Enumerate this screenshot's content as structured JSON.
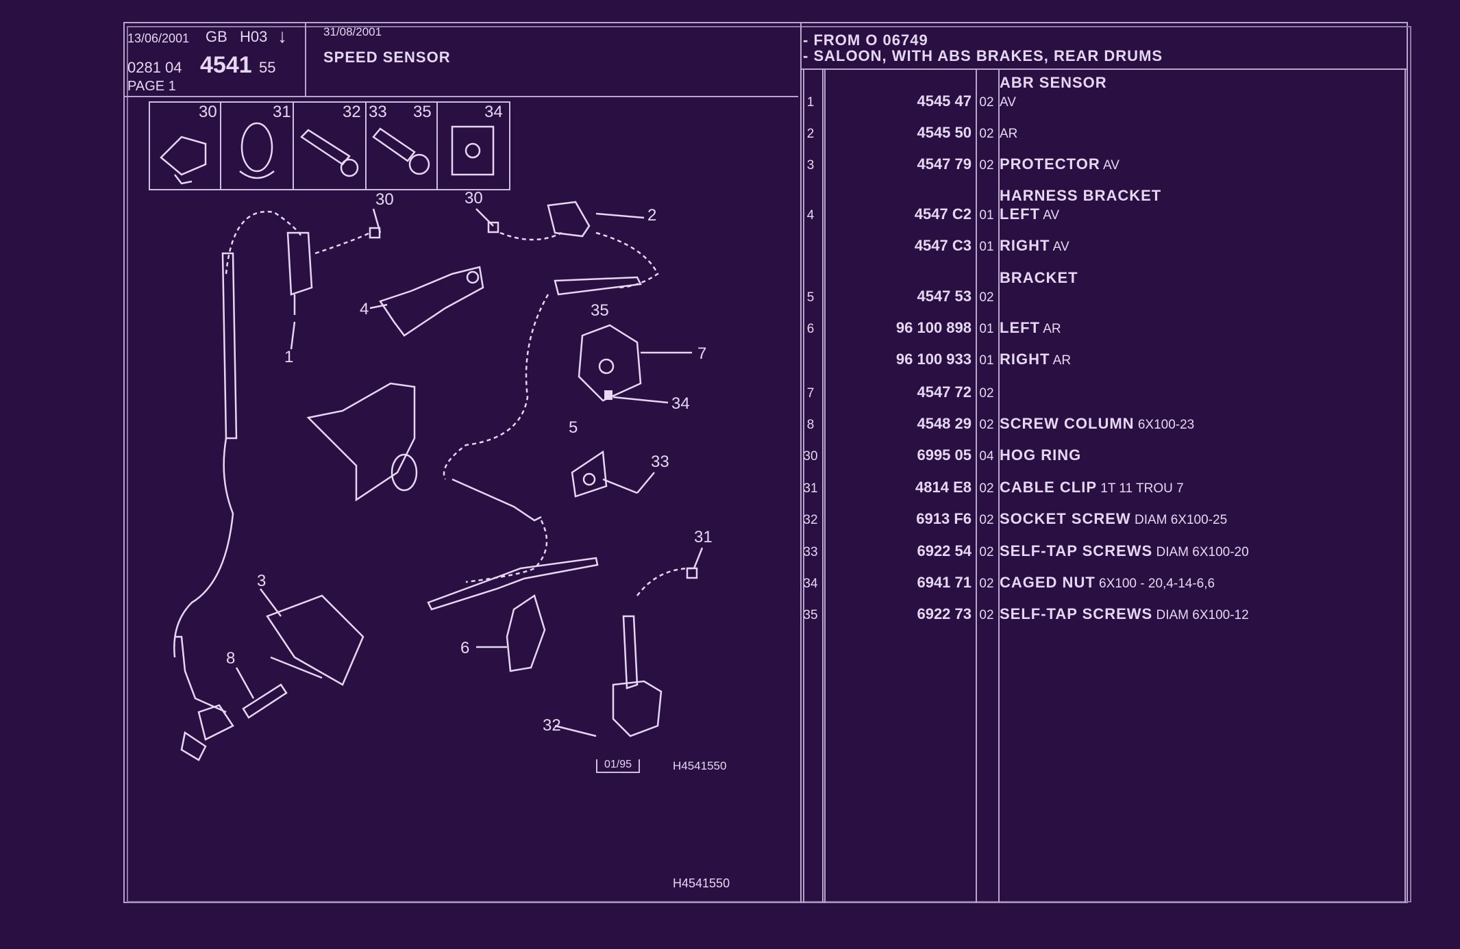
{
  "header": {
    "date": "13/06/2001",
    "lang": "GB",
    "code": "H03",
    "arrow": "↓",
    "ref_pre": "0281 04",
    "ref_main": "4541",
    "ref_post": "55",
    "page": "PAGE 1",
    "date2": "31/08/2001",
    "title": "SPEED SENSOR",
    "cond1": "- FROM O   06749",
    "cond2": "- SALOON, WITH ABS BRAKES, REAR DRUMS"
  },
  "icon_nums": [
    "30",
    "31",
    "32",
    "33",
    "35",
    "34"
  ],
  "callouts": [
    "1",
    "2",
    "3",
    "4",
    "5",
    "6",
    "7",
    "8",
    "30",
    "30",
    "31",
    "32",
    "33",
    "34",
    "35"
  ],
  "diagram_stamp": "01/95",
  "diagram_code": "H4541550",
  "footer_code": "H4541550",
  "rows": [
    {
      "no": "",
      "ref": "",
      "qty": "",
      "bold": "ABR SENSOR",
      "small": ""
    },
    {
      "no": "1",
      "ref": "4545 47",
      "qty": "02",
      "bold": "",
      "small": "AV"
    },
    {
      "no": "2",
      "ref": "4545 50",
      "qty": "02",
      "bold": "",
      "small": "AR"
    },
    {
      "no": "3",
      "ref": "4547 79",
      "qty": "02",
      "bold": "PROTECTOR",
      "small": "AV"
    },
    {
      "no": "",
      "ref": "",
      "qty": "",
      "bold": "HARNESS BRACKET",
      "small": ""
    },
    {
      "no": "4",
      "ref": "4547 C2",
      "qty": "01",
      "bold": "LEFT",
      "small": "AV"
    },
    {
      "no": "",
      "ref": "4547 C3",
      "qty": "01",
      "bold": "RIGHT",
      "small": "AV"
    },
    {
      "no": "",
      "ref": "",
      "qty": "",
      "bold": "BRACKET",
      "small": ""
    },
    {
      "no": "5",
      "ref": "4547 53",
      "qty": "02",
      "bold": "",
      "small": ""
    },
    {
      "no": "6",
      "ref": "96 100 898",
      "qty": "01",
      "bold": "LEFT",
      "small": "AR"
    },
    {
      "no": "",
      "ref": "96 100 933",
      "qty": "01",
      "bold": "RIGHT",
      "small": "AR"
    },
    {
      "no": "7",
      "ref": "4547 72",
      "qty": "02",
      "bold": "",
      "small": ""
    },
    {
      "no": "8",
      "ref": "4548 29",
      "qty": "02",
      "bold": "SCREW COLUMN",
      "small": "6X100-23"
    },
    {
      "no": "30",
      "ref": "6995 05",
      "qty": "04",
      "bold": "HOG RING",
      "small": ""
    },
    {
      "no": "31",
      "ref": "4814 E8",
      "qty": "02",
      "bold": "CABLE CLIP",
      "small": "1T 11 TROU 7"
    },
    {
      "no": "32",
      "ref": "6913 F6",
      "qty": "02",
      "bold": "SOCKET SCREW",
      "small": "DIAM 6X100-25"
    },
    {
      "no": "33",
      "ref": "6922 54",
      "qty": "02",
      "bold": "SELF-TAP SCREWS",
      "small": "DIAM 6X100-20"
    },
    {
      "no": "34",
      "ref": "6941 71",
      "qty": "02",
      "bold": "CAGED NUT",
      "small": "6X100 - 20,4-14-6,6"
    },
    {
      "no": "35",
      "ref": "6922 73",
      "qty": "02",
      "bold": "SELF-TAP SCREWS",
      "small": "DIAM 6X100-12"
    }
  ]
}
